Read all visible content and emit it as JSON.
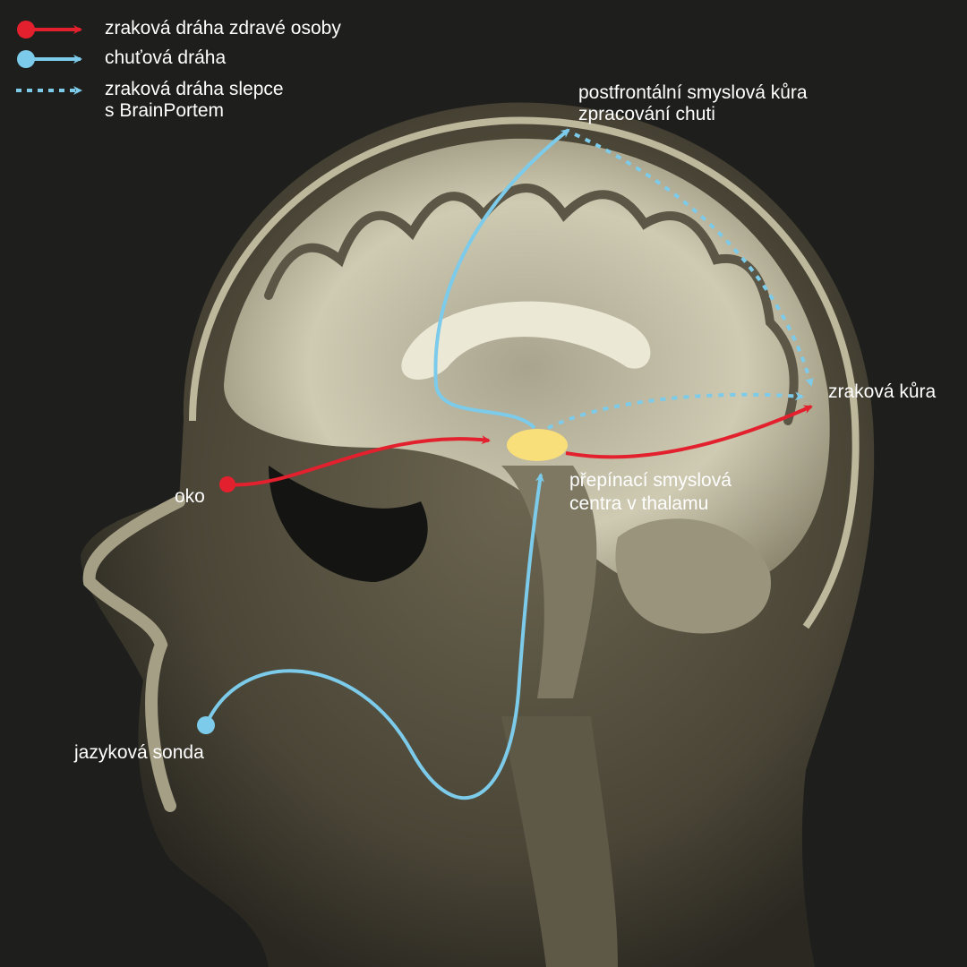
{
  "legend": [
    {
      "label": "zraková dráha zdravé osoby",
      "color": "#e3202e",
      "style": "solid"
    },
    {
      "label": "chuťová dráha",
      "color": "#7ccbea",
      "style": "solid"
    },
    {
      "label_line1": "zraková dráha slepce",
      "label_line2": "s BrainPortem",
      "color": "#7ccbea",
      "style": "dashed"
    }
  ],
  "labels": {
    "postfrontal_line1": "postfrontální smyslová kůra",
    "postfrontal_line2": "zpracování chuti",
    "visual_cortex": "zraková kůra",
    "thalamus_line1": "přepínací smyslová",
    "thalamus_line2": "centra v thalamu",
    "eye": "oko",
    "tongue_probe": "jazyková sonda"
  },
  "colors": {
    "red": "#e3202e",
    "blue": "#7ccbea",
    "thalamus": "#f9df7a",
    "background": "#1e1f1c"
  }
}
